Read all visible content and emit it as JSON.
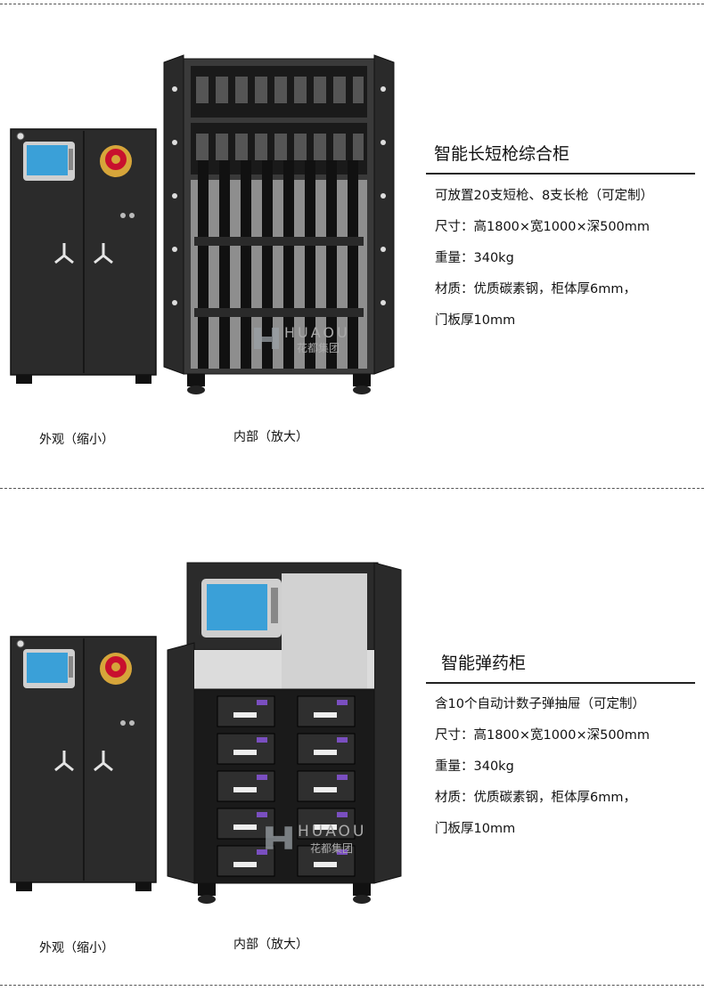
{
  "sections": [
    {
      "title": "智能长短枪综合柜",
      "specs": [
        "可放置20支短枪、8支长枪（可定制）",
        "尺寸：高1800×宽1000×深500mm",
        "重量：340kg",
        "材质：优质碳素钢，柜体厚6mm，",
        "门板厚10mm"
      ],
      "caption_exterior": "外观（缩小）",
      "caption_interior": "内部（放大）"
    },
    {
      "title": "智能弹药柜",
      "specs": [
        "含10个自动计数子弹抽屉（可定制）",
        "尺寸：高1800×宽1000×深500mm",
        "重量：340kg",
        "材质：优质碳素钢，柜体厚6mm，",
        "门板厚10mm"
      ],
      "caption_exterior": "外观（缩小）",
      "caption_interior": "内部（放大）"
    }
  ],
  "watermark": {
    "brand": "HUAOU",
    "cn": "花都集团"
  },
  "colors": {
    "cabinet": "#2b2b2b",
    "cabinet_dark": "#1a1a1a",
    "screen": "#3aa0d8",
    "emblem_gold": "#d6a53a",
    "emblem_red": "#c8102e"
  }
}
